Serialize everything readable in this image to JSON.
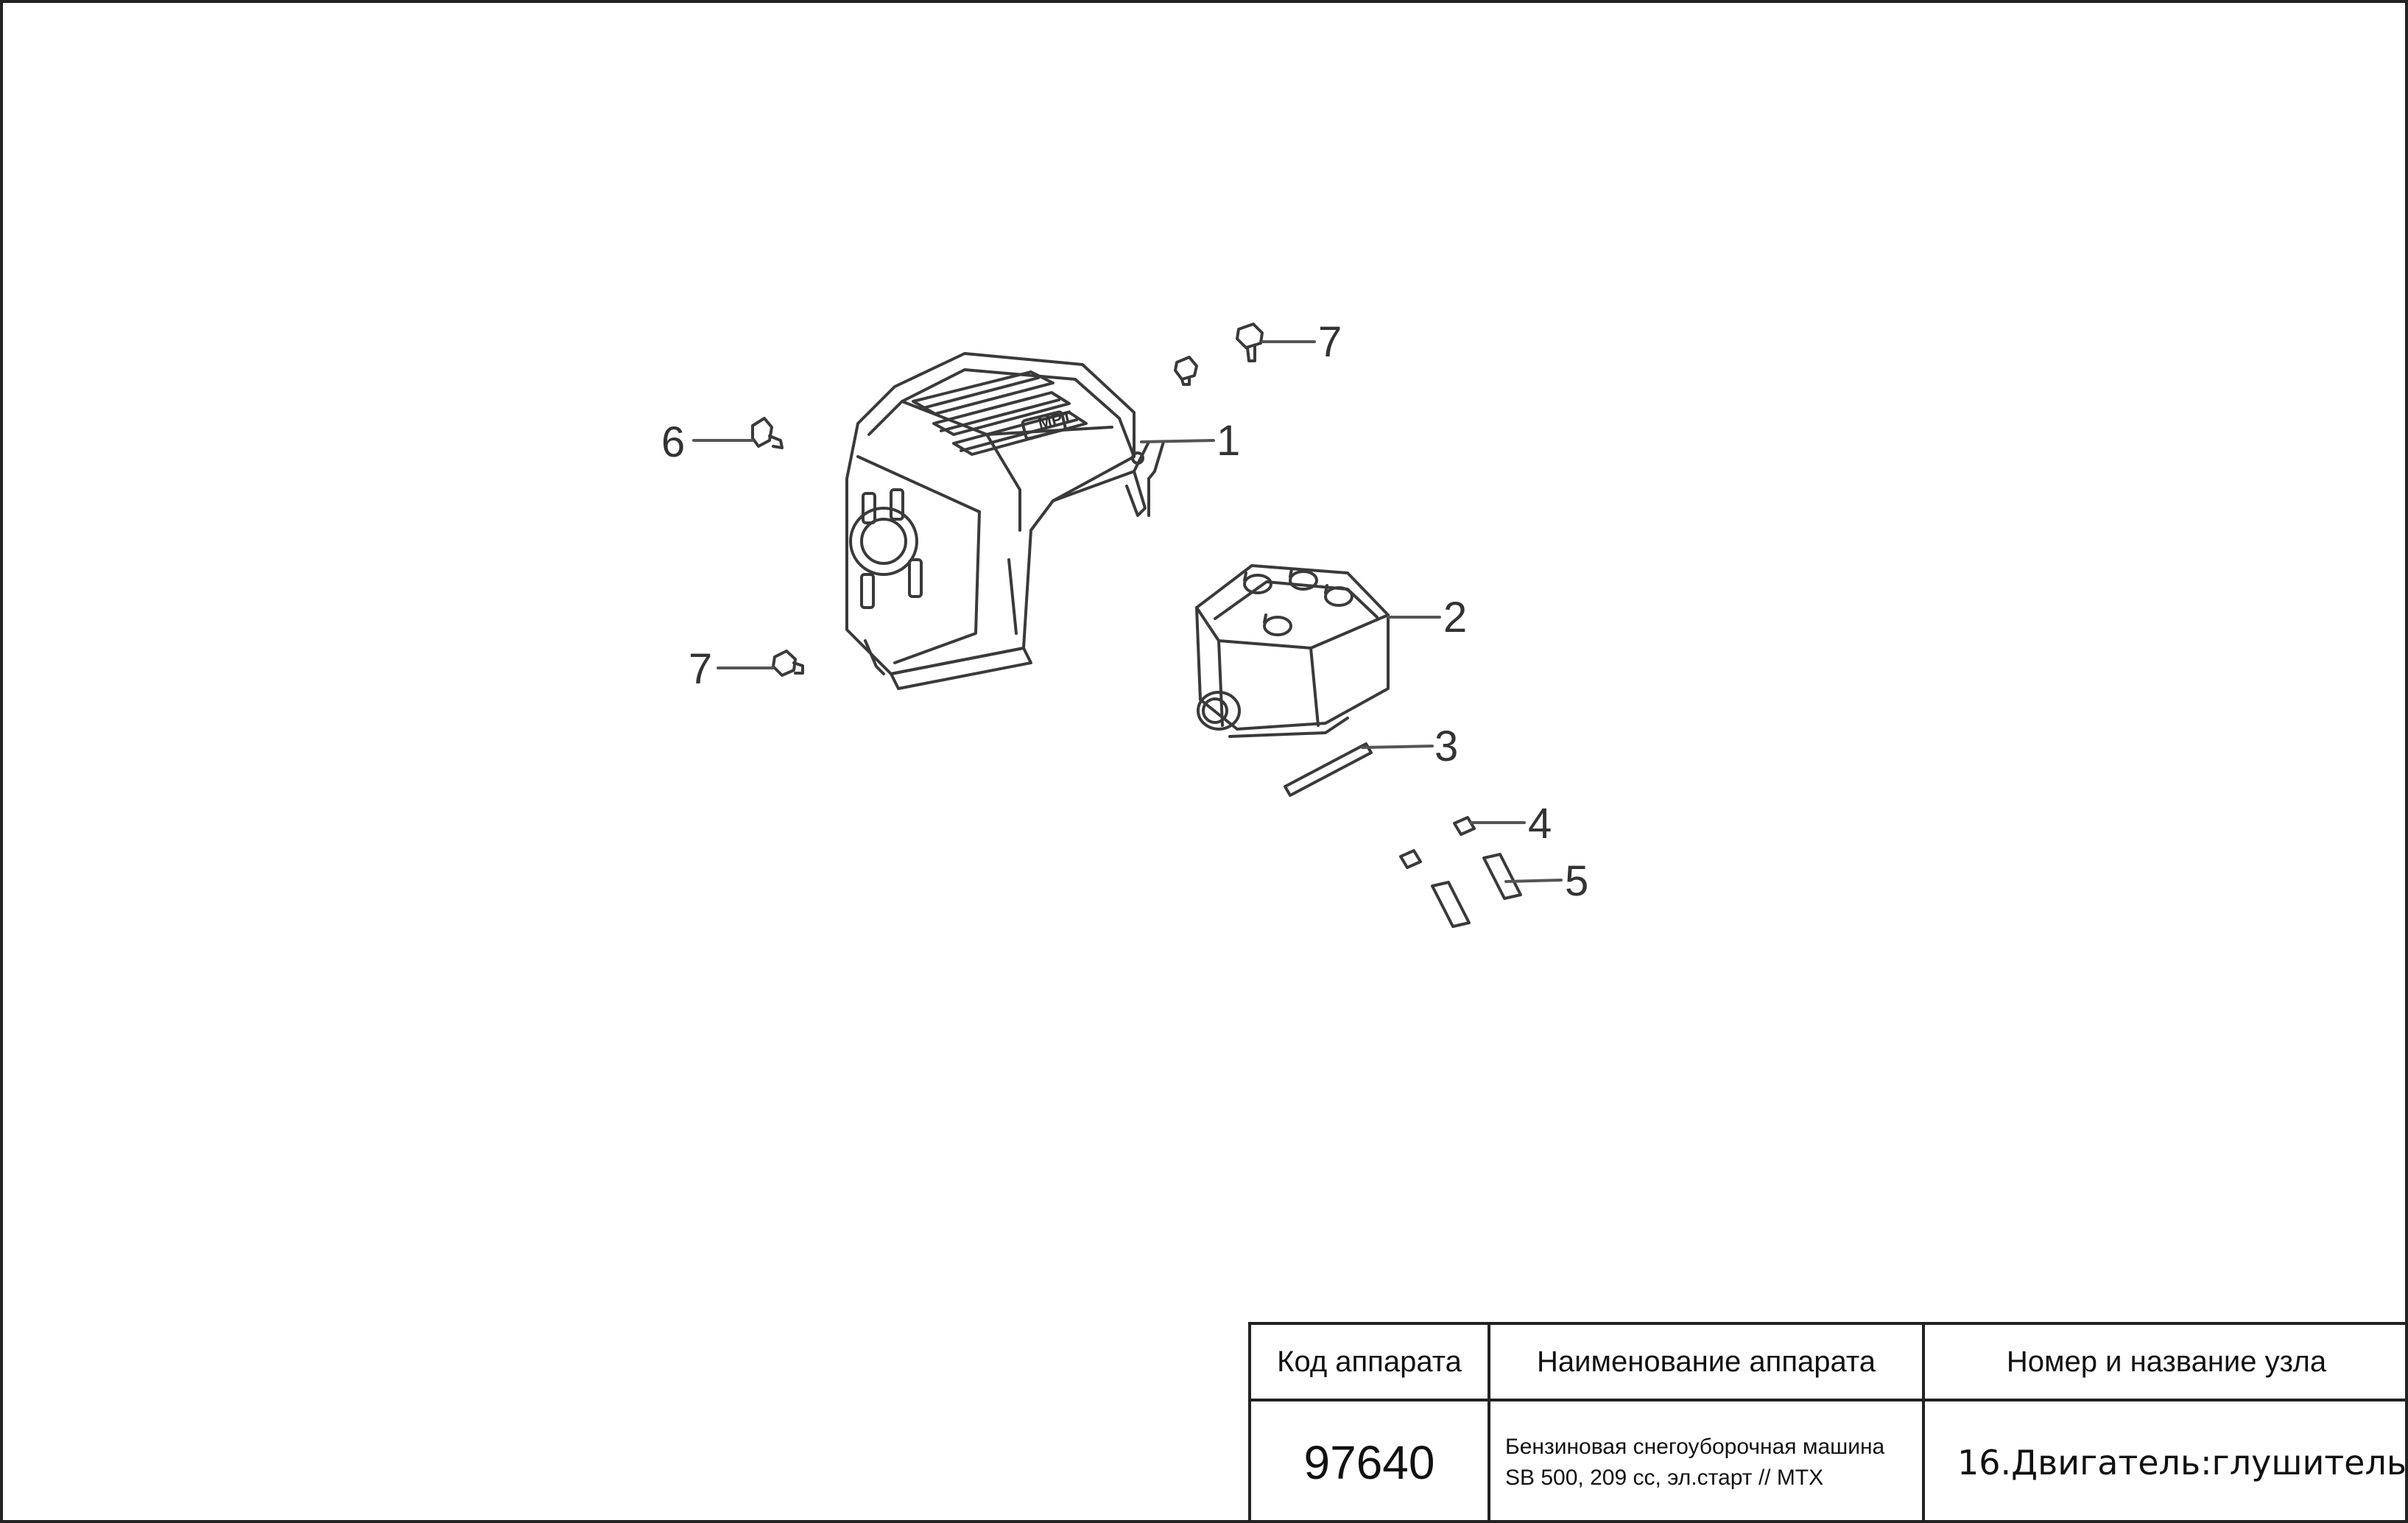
{
  "callouts": {
    "c1": "1",
    "c2": "2",
    "c3": "3",
    "c4": "4",
    "c5": "5",
    "c6": "6",
    "c7a": "7",
    "c7b": "7"
  },
  "cover_logo": "MPT",
  "title_block": {
    "headers": {
      "code": "Код аппарата",
      "name": "Наименование аппарата",
      "node": "Номер и название узла"
    },
    "code": "97640",
    "name_line1": "Бензиновая снегоуборочная машина",
    "name_line2": "SB 500, 209 cc, эл.старт // MTX",
    "node": "16.Двигатель:глушитель"
  }
}
